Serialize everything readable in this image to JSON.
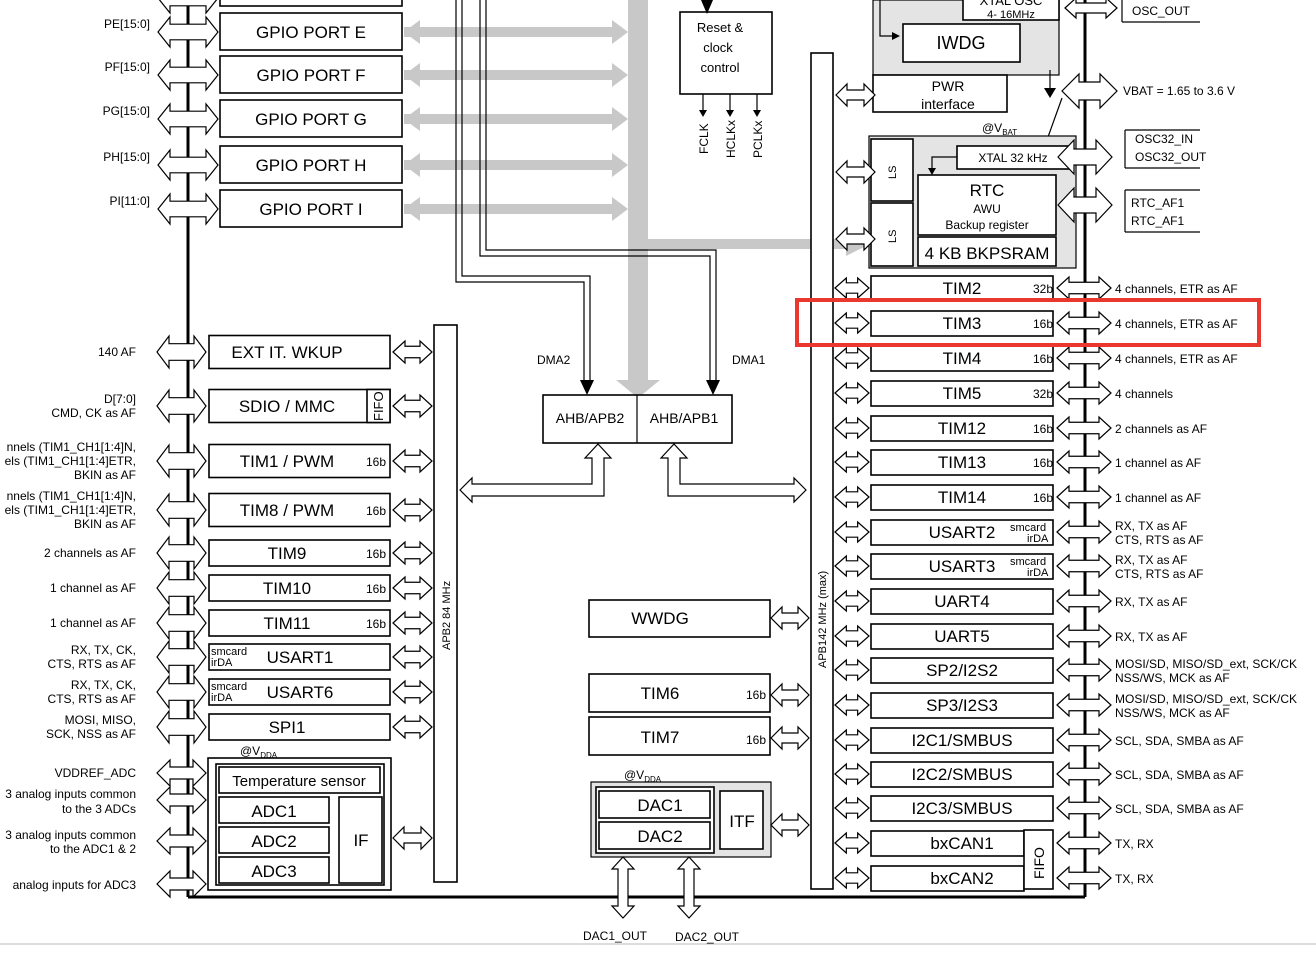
{
  "gpio_ports": [
    {
      "pins": "PE[15:0]",
      "label": "GPIO PORT E"
    },
    {
      "pins": "PF[15:0]",
      "label": "GPIO PORT F"
    },
    {
      "pins": "PG[15:0]",
      "label": "GPIO PORT G"
    },
    {
      "pins": "PH[15:0]",
      "label": "GPIO PORT H"
    },
    {
      "pins": "PI[11:0]",
      "label": "GPIO PORT I"
    }
  ],
  "reset": {
    "line1": "Reset &",
    "line2": "clock",
    "line3": "control",
    "clocks": [
      "FCLK",
      "HCLKx",
      "PCLKx"
    ]
  },
  "top_right": {
    "xtal_partial": "XTAL OSC",
    "xtal_freq": "4- 16MHz",
    "iwdg": "IWDG",
    "pwr_line1": "PWR",
    "pwr_line2": "interface",
    "osc_out": "OSC_OUT",
    "vbat": "VBAT = 1.65 to 3.6 V",
    "vbat_domain": "@V",
    "vbat_sub": "BAT",
    "osc32_in": "OSC32_IN",
    "osc32_out": "OSC32_OUT",
    "rtc_af1": "RTC_AF1",
    "rtc_af1_b": "RTC_AF1",
    "ls": "LS",
    "xtal32": "XTAL 32 kHz",
    "rtc": "RTC",
    "awu": "AWU",
    "backup": "Backup register",
    "bkpsram": "4 KB BKPSRAM"
  },
  "ahb": {
    "apb2": "AHB/APB2",
    "apb1": "AHB/APB1",
    "dma2": "DMA2",
    "dma1": "DMA1"
  },
  "apb2_bus": "APB2 84 MHz",
  "apb1_bus": "APB142  MHz (max)",
  "left_blocks": [
    {
      "label": "EXT IT. WKUP",
      "bits": "",
      "tag": "",
      "sig1": "140 AF",
      "sig2": "",
      "sig3": ""
    },
    {
      "label": "SDIO / MMC",
      "bits": "",
      "tag": "FIFO",
      "sig1": "D[7:0]",
      "sig2": "CMD, CK as AF",
      "sig3": ""
    },
    {
      "label": "TIM1 / PWM",
      "bits": "16b",
      "tag": "",
      "sig1": "nnels (TIM1_CH1[1:4]N,",
      "sig2": "els (TIM1_CH1[1:4]ETR,",
      "sig3": "BKIN as AF"
    },
    {
      "label": "TIM8 / PWM",
      "bits": "16b",
      "tag": "",
      "sig1": "nnels (TIM1_CH1[1:4]N,",
      "sig2": "els (TIM1_CH1[1:4]ETR,",
      "sig3": "BKIN as AF"
    },
    {
      "label": "TIM9",
      "bits": "16b",
      "tag": "",
      "sig1": "2 channels as AF",
      "sig2": "",
      "sig3": ""
    },
    {
      "label": "TIM10",
      "bits": "16b",
      "tag": "",
      "sig1": "1 channel as AF",
      "sig2": "",
      "sig3": ""
    },
    {
      "label": "TIM11",
      "bits": "16b",
      "tag": "",
      "sig1": "1 channel as AF",
      "sig2": "",
      "sig3": ""
    },
    {
      "label": "USART1",
      "bits": "",
      "tag": "smcard irDA",
      "sig1": "RX, TX, CK,",
      "sig2": "CTS, RTS as AF",
      "sig3": ""
    },
    {
      "label": "USART6",
      "bits": "",
      "tag": "smcard irDA",
      "sig1": "RX, TX, CK,",
      "sig2": "CTS, RTS as AF",
      "sig3": ""
    },
    {
      "label": "SPI1",
      "bits": "",
      "tag": "",
      "sig1": "MOSI, MISO,",
      "sig2": "SCK, NSS as AF",
      "sig3": ""
    }
  ],
  "adc": {
    "vdda": "@V",
    "vdda_sub": "DDA",
    "temp": "Temperature sensor",
    "adc1": "ADC1",
    "adc2": "ADC2",
    "adc3": "ADC3",
    "if": "IF",
    "sig_vref": "VDDREF_ADC",
    "sig_a1": "3 analog inputs common",
    "sig_a2": "to the 3 ADCs",
    "sig_b1": "3 analog inputs common",
    "sig_b2": "to the ADC1 & 2",
    "sig_c1": "analog inputs for ADC3"
  },
  "middle": {
    "wwdg": "WWDG",
    "tim6": "TIM6",
    "tim6_bits": "16b",
    "tim7": "TIM7",
    "tim7_bits": "16b",
    "vdda": "@V",
    "vdda_sub": "DDA",
    "dac1": "DAC1",
    "dac2": "DAC2",
    "itf": "ITF",
    "dac1_out": "DAC1_OUT",
    "dac2_out": "DAC2_OUT"
  },
  "right_blocks": [
    {
      "label": "TIM2",
      "bits": "32b",
      "tag": "",
      "sig1": "4 channels, ETR as AF",
      "sig2": "",
      "highlighted": false
    },
    {
      "label": "TIM3",
      "bits": "16b",
      "tag": "",
      "sig1": "4 channels, ETR as AF",
      "sig2": "",
      "highlighted": true
    },
    {
      "label": "TIM4",
      "bits": "16b",
      "tag": "",
      "sig1": "4 channels, ETR as AF",
      "sig2": "",
      "highlighted": false
    },
    {
      "label": "TIM5",
      "bits": "32b",
      "tag": "",
      "sig1": "4 channels",
      "sig2": "",
      "highlighted": false
    },
    {
      "label": "TIM12",
      "bits": "16b",
      "tag": "",
      "sig1": "2 channels as AF",
      "sig2": "",
      "highlighted": false
    },
    {
      "label": "TIM13",
      "bits": "16b",
      "tag": "",
      "sig1": "1 channel as AF",
      "sig2": "",
      "highlighted": false
    },
    {
      "label": "TIM14",
      "bits": "16b",
      "tag": "",
      "sig1": "1 channel as AF",
      "sig2": "",
      "highlighted": false
    },
    {
      "label": "USART2",
      "bits": "",
      "tag": "smcard irDA",
      "sig1": "RX, TX as AF",
      "sig2": "CTS, RTS as AF",
      "highlighted": false
    },
    {
      "label": "USART3",
      "bits": "",
      "tag": "smcard irDA",
      "sig1": "RX, TX as AF",
      "sig2": "CTS, RTS as AF",
      "highlighted": false
    },
    {
      "label": "UART4",
      "bits": "",
      "tag": "",
      "sig1": "RX, TX as AF",
      "sig2": "",
      "highlighted": false
    },
    {
      "label": "UART5",
      "bits": "",
      "tag": "",
      "sig1": "RX, TX as AF",
      "sig2": "",
      "highlighted": false
    },
    {
      "label": "SP2/I2S2",
      "bits": "",
      "tag": "",
      "sig1": "MOSI/SD, MISO/SD_ext, SCK/CK",
      "sig2": "NSS/WS, MCK as AF",
      "highlighted": false
    },
    {
      "label": "SP3/I2S3",
      "bits": "",
      "tag": "",
      "sig1": "MOSI/SD, MISO/SD_ext, SCK/CK",
      "sig2": "NSS/WS, MCK as AF",
      "highlighted": false
    },
    {
      "label": "I2C1/SMBUS",
      "bits": "",
      "tag": "",
      "sig1": "SCL, SDA, SMBA as AF",
      "sig2": "",
      "highlighted": false
    },
    {
      "label": "I2C2/SMBUS",
      "bits": "",
      "tag": "",
      "sig1": "SCL, SDA, SMBA as AF",
      "sig2": "",
      "highlighted": false
    },
    {
      "label": "I2C3/SMBUS",
      "bits": "",
      "tag": "",
      "sig1": "SCL, SDA, SMBA as AF",
      "sig2": "",
      "highlighted": false
    },
    {
      "label": "bxCAN1",
      "bits": "",
      "tag": "",
      "sig1": "TX, RX",
      "sig2": "",
      "highlighted": false
    },
    {
      "label": "bxCAN2",
      "bits": "",
      "tag": "",
      "sig1": "TX, RX",
      "sig2": "",
      "highlighted": false
    }
  ],
  "can_fifo": "FIFO",
  "colors": {
    "highlight": "#e8382f",
    "bus_gray": "#c8c8c8",
    "block_gray": "#e4e4e4"
  }
}
